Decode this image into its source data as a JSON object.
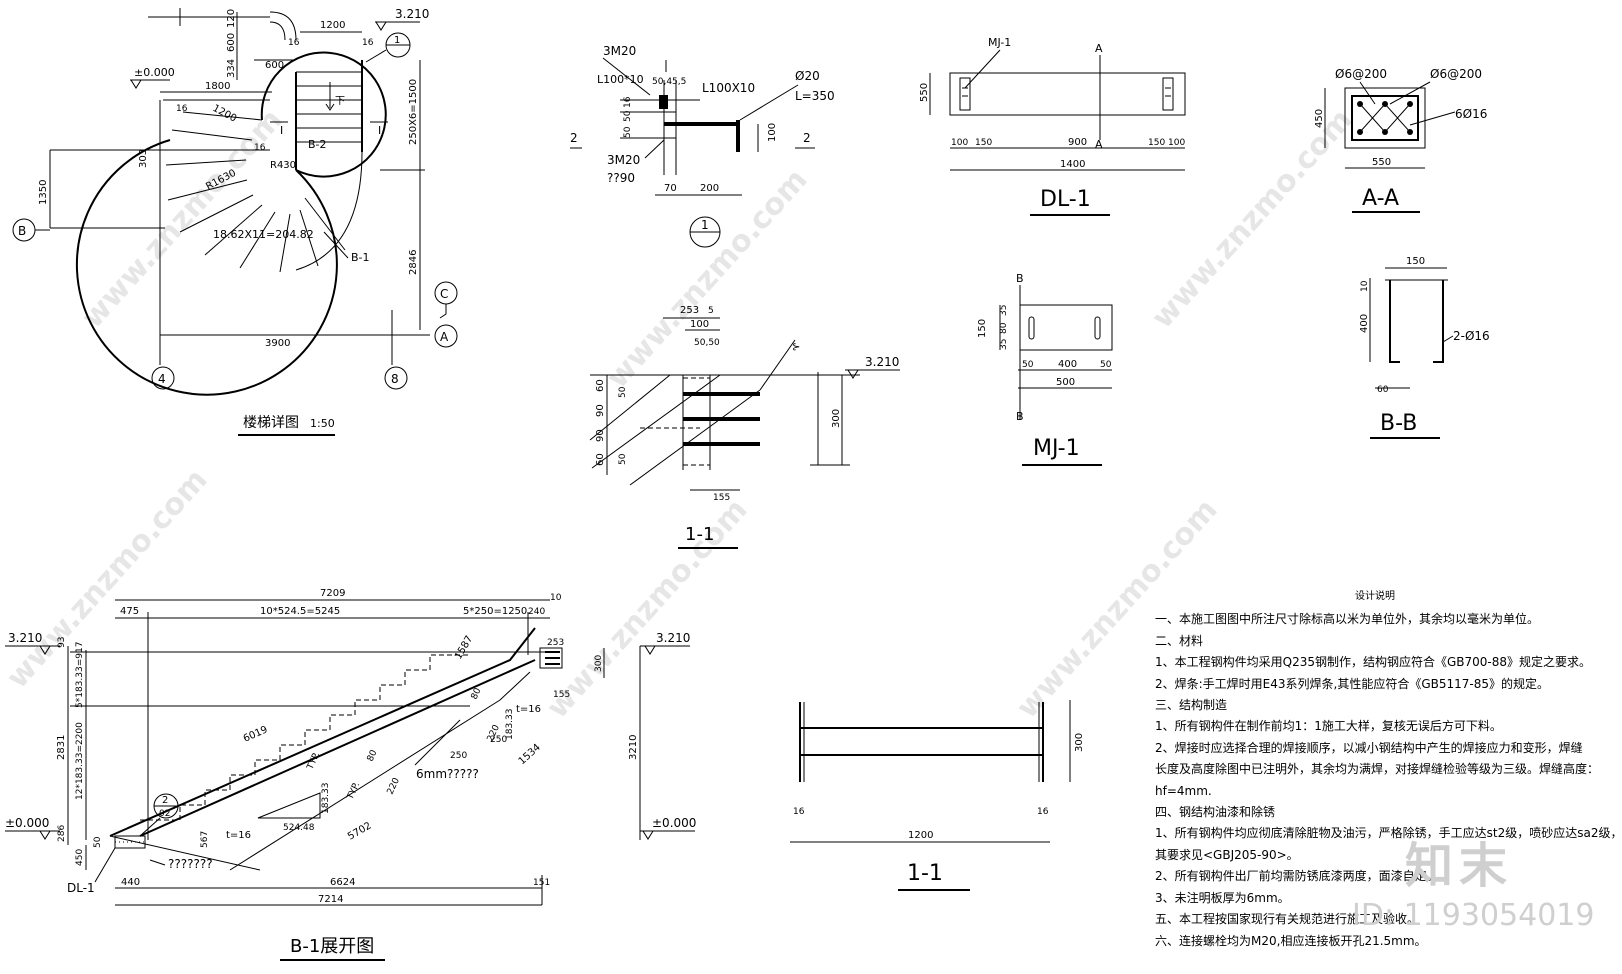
{
  "titles": {
    "stair_detail": "楼梯详图",
    "stair_scale": "1:50",
    "sec11_top": "1-1",
    "dl1": "DL-1",
    "mj1": "MJ-1",
    "aa": "A-A",
    "bb": "B-B",
    "b1_unfold": "B-1展开图",
    "sec11_bottom": "1-1"
  },
  "plan": {
    "elev_top": "3.210",
    "elev_zero": "±0.000",
    "dims": [
      "120",
      "1200",
      "600",
      "334",
      "600",
      "16",
      "16",
      "16",
      "1800",
      "1200",
      "16",
      "R430",
      "R1630",
      "303",
      "1350",
      "18.62X11=204.82",
      "250X6=1500",
      "2846",
      "3900"
    ],
    "labels": [
      "B-2",
      "B-1",
      "下",
      "1"
    ],
    "grids": [
      "B",
      "C",
      "A",
      "4",
      "8"
    ],
    "section_mark": "I"
  },
  "detail1": {
    "labels": [
      "3M20",
      "L100*10",
      "50,45,5",
      "L100X10",
      "Ø20",
      "L=350",
      "3M20",
      "??90",
      "70",
      "200",
      "100",
      "16",
      "50",
      "50",
      "2",
      "2",
      "1"
    ]
  },
  "sec11": {
    "dims": [
      "253",
      "5",
      "100",
      "50,50",
      "60",
      "90",
      "90",
      "60",
      "50",
      "50",
      "155",
      "300",
      "3.210"
    ]
  },
  "dl1": {
    "dims": [
      "MJ-1",
      "A",
      "A",
      "550",
      "100",
      "150",
      "900",
      "150",
      "100",
      "1400"
    ]
  },
  "mj1": {
    "dims": [
      "B",
      "B",
      "35",
      "80",
      "35",
      "150",
      "50",
      "400",
      "50",
      "500"
    ]
  },
  "aa": {
    "dims": [
      "Ø6@200",
      "Ø6@200",
      "450",
      "6Ø16",
      "550"
    ]
  },
  "bb": {
    "dims": [
      "150",
      "10",
      "400",
      "2-Ø16",
      "60"
    ]
  },
  "unfold": {
    "dims": [
      "7209",
      "475",
      "10*524.5=5245",
      "5*250=1250",
      "240",
      "10",
      "3.210",
      "3.210",
      "93",
      "5*183.33=917",
      "12*183.33=2200",
      "2831",
      "6019",
      "1587",
      "253",
      "300",
      "155",
      "t=16",
      "t=16",
      "80",
      "220",
      "TYP.",
      "TYP.",
      "80",
      "220",
      "1534",
      "250",
      "183.33",
      "250",
      "6mm?????",
      "3210",
      "524.48",
      "183.33",
      "2",
      "02",
      "±0.000",
      "±0.000",
      "286",
      "450",
      "50",
      "567",
      "5702",
      "???????",
      "440",
      "6624",
      "151",
      "7214",
      "DL-1"
    ]
  },
  "sec11b": {
    "dims": [
      "300",
      "16",
      "16",
      "1200"
    ]
  },
  "notes": {
    "title": "设计说明",
    "lines": [
      "一、本施工图图中所注尺寸除标高以米为单位外，其余均以毫米为单位。",
      "二、材料",
      "  1、本工程钢构件均采用Q235钢制作，结构钢应符合《GB700-88》规定之要求。",
      "  2、焊条:手工焊时用E43系列焊条,其性能应符合《GB5117-85》的规定。",
      "三、结构制造",
      "  1、所有钢构件在制作前均1：1施工大样，复核无误后方可下料。",
      "  2、焊接时应选择合理的焊接顺序，以减小钢结构中产生的焊接应力和变形，焊缝",
      "     长度及高度除图中已注明外，其余均为满焊，对接焊缝检验等级为三级。焊缝高度：",
      "     hf=4mm.",
      "四、钢结构油漆和除锈",
      "  1、所有钢构件均应彻底清除脏物及油污，严格除锈，手工应达st2级，喷砂应达sa2级，",
      "     其要求见<GBJ205-90>。",
      "  2、所有钢构件出厂前均需防锈底漆两度，面漆自定。",
      "  3、未注明板厚为6mm。",
      "五、本工程按国家现行有关规范进行施工及验收。",
      "六、连接螺栓均为M20,相应连接板开孔21.5mm。"
    ]
  },
  "watermark": {
    "site": "www.znzmo.com",
    "brand": "知末",
    "id": "ID: 1193054019"
  }
}
